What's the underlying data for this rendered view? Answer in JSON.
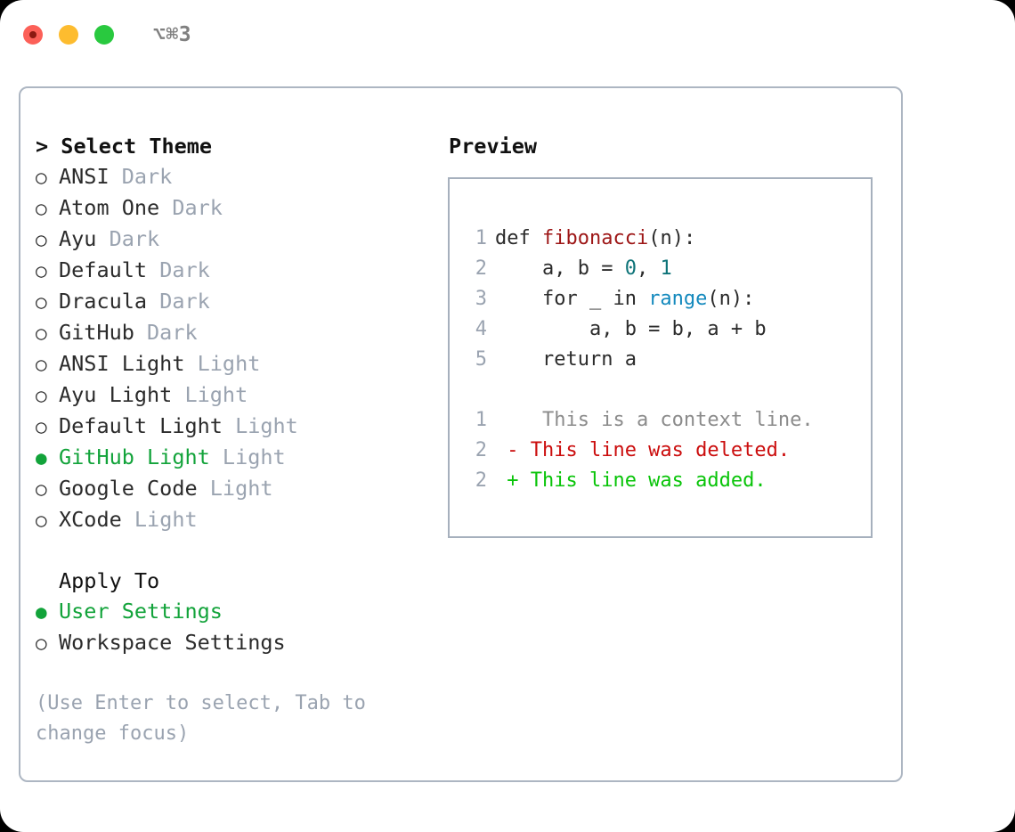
{
  "titlebar": {
    "shortcut": "⌥⌘3",
    "lights": [
      {
        "name": "close",
        "color": "#fc6058"
      },
      {
        "name": "minimize",
        "color": "#fdbc2f"
      },
      {
        "name": "maximize",
        "color": "#29c93f"
      }
    ]
  },
  "colors": {
    "panel_border": "#adb6c2",
    "preview_border": "#a6b0bd",
    "muted": "#9aa3b0",
    "accent_green": "#12a33a",
    "diff_add": "#08c408",
    "diff_del": "#cb0d0d",
    "token_function": "#9d1616",
    "token_number": "#0d7378",
    "token_call": "#1389bd"
  },
  "theme_picker": {
    "title": "> Select Theme",
    "marker_unselected": "○",
    "marker_selected": "●",
    "items": [
      {
        "name": "ANSI",
        "kind": "Dark",
        "selected": false
      },
      {
        "name": "Atom One",
        "kind": "Dark",
        "selected": false
      },
      {
        "name": "Ayu",
        "kind": "Dark",
        "selected": false
      },
      {
        "name": "Default",
        "kind": "Dark",
        "selected": false
      },
      {
        "name": "Dracula",
        "kind": "Dark",
        "selected": false
      },
      {
        "name": "GitHub",
        "kind": "Dark",
        "selected": false
      },
      {
        "name": "ANSI Light",
        "kind": "Light",
        "selected": false
      },
      {
        "name": "Ayu Light",
        "kind": "Light",
        "selected": false
      },
      {
        "name": "Default Light",
        "kind": "Light",
        "selected": false
      },
      {
        "name": "GitHub Light",
        "kind": "Light",
        "selected": true
      },
      {
        "name": "Google Code",
        "kind": "Light",
        "selected": false
      },
      {
        "name": "XCode",
        "kind": "Light",
        "selected": false
      }
    ]
  },
  "apply_to": {
    "title": "Apply To",
    "items": [
      {
        "name": "User Settings",
        "selected": true
      },
      {
        "name": "Workspace Settings",
        "selected": false
      }
    ]
  },
  "hint": "(Use Enter to select, Tab to change focus)",
  "preview": {
    "title": "Preview",
    "code_lines": [
      {
        "num": "1",
        "segments": [
          {
            "t": "def ",
            "c": "plain"
          },
          {
            "t": "fibonacci",
            "c": "fn"
          },
          {
            "t": "(n):",
            "c": "plain"
          }
        ]
      },
      {
        "num": "2",
        "segments": [
          {
            "t": "    a, b = ",
            "c": "plain"
          },
          {
            "t": "0",
            "c": "num"
          },
          {
            "t": ", ",
            "c": "plain"
          },
          {
            "t": "1",
            "c": "num"
          }
        ]
      },
      {
        "num": "3",
        "segments": [
          {
            "t": "    for _ in ",
            "c": "plain"
          },
          {
            "t": "range",
            "c": "call"
          },
          {
            "t": "(n):",
            "c": "plain"
          }
        ]
      },
      {
        "num": "4",
        "segments": [
          {
            "t": "        a, b = b, a + b",
            "c": "plain"
          }
        ]
      },
      {
        "num": "5",
        "segments": [
          {
            "t": "    return a",
            "c": "plain"
          }
        ]
      }
    ],
    "diff_lines": [
      {
        "num": "1",
        "sign": " ",
        "text": "  This is a context line.",
        "kind": "ctx"
      },
      {
        "num": "2",
        "sign": "-",
        "text": " This line was deleted.",
        "kind": "del"
      },
      {
        "num": "2",
        "sign": "+",
        "text": " This line was added.",
        "kind": "add"
      }
    ]
  }
}
